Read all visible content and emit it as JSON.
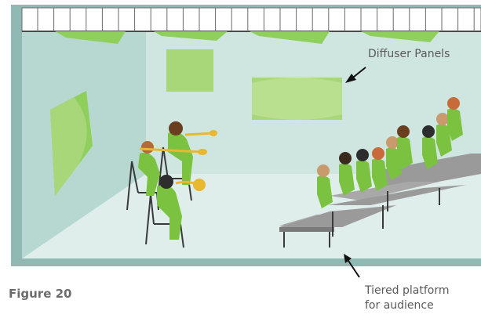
{
  "figure": {
    "label": "Figure 20"
  },
  "callouts": {
    "diffuser": "Diffuser Panels",
    "platform_line1": "Tiered platform",
    "platform_line2": "for audience"
  },
  "colors": {
    "wall_frame": "#8fb9b2",
    "back_wall": "#cfe5e0",
    "left_wall": "#b6d8d1",
    "floor": "#dfeeeb",
    "panel_green": "#a8d77a",
    "panel_dark": "#6fb33f",
    "figure_green": "#7cc241",
    "platform_gray": "#8f8f8f",
    "brass": "#e8b830",
    "text_gray": "#5a5a5a"
  }
}
